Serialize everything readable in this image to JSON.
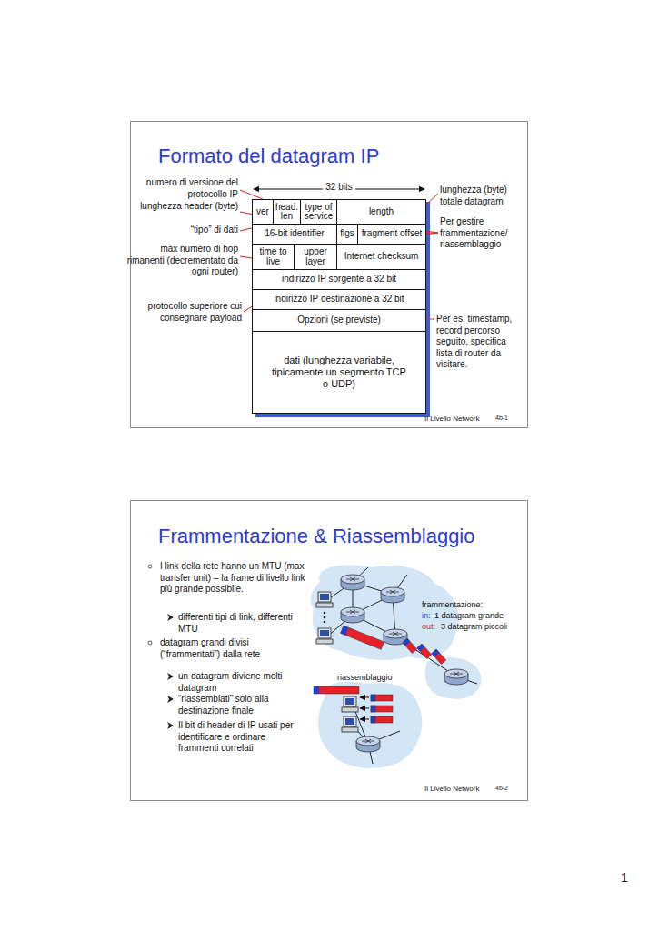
{
  "diagram": {
    "nodes": [
      {
        "text": [
          "Formato del datagram IP",
          "Il Livello Network",
          "4b-1"
        ]
      },
      {
        "text": [
          "ver"
        ],
        "in": 0
      },
      {
        "text": [
          "head. len"
        ],
        "in": 0
      },
      {
        "text": [
          "type of service"
        ],
        "in": 0
      },
      {
        "text": [
          "length"
        ],
        "in": 0
      },
      {
        "text": [
          "16-bit identifier"
        ],
        "in": 0
      },
      {
        "text": [
          "flgs"
        ],
        "in": 0
      },
      {
        "text": [
          "fragment offset"
        ],
        "in": 0
      },
      {
        "text": [
          "time to live"
        ],
        "in": 0
      },
      {
        "text": [
          "upper layer"
        ],
        "in": 0
      },
      {
        "text": [
          "Internet checksum"
        ],
        "in": 0
      },
      {
        "text": [
          "indirizzo IP sorgente a 32 bit"
        ],
        "in": 0
      },
      {
        "text": [
          "indirizzo IP destinazione a 32 bit"
        ],
        "in": 0
      },
      {
        "text": [
          "Opzioni (se previste)"
        ],
        "in": 0
      },
      {
        "text": [
          "dati (lunghezza variabile, tipicamente un segmento TCP o UDP)"
        ],
        "in": 0
      },
      {
        "text": [
          "Frammentazione & Riassemblaggio",
          "Il Livello Network",
          "4b-2"
        ]
      }
    ],
    "labels": [
      "32 bits",
      "numero di versione del protocollo IP",
      "lunghezza header (byte)",
      "“tipo” di dati",
      "max numero di hop rimanenti (decrementato da ogni router)",
      "protocollo superiore cui consegnare payload",
      "lunghezza (byte) totale datagram",
      "Per gestire frammentazione/ riassemblaggio",
      "Per es. timestamp, record percorso seguito, specifica lista di router da visitare.",
      "I link della rete hanno un MTU (max transfer unit) – la frame di livello link più grande possibile.",
      "differenti tipi di link, differenti MTU",
      "datagram grandi divisi (“frammentati”) dalla rete",
      "un datagram diviene molti datagram",
      "“riassemblati” solo alla destinazione finale",
      "Il bit di header di IP usati per identificare e ordinare frammenti correlati",
      "frammentazione:",
      "in:",
      "1 datagram grande",
      "out:",
      "3 datagram piccoli",
      "riassemblaggio",
      "1"
    ]
  }
}
